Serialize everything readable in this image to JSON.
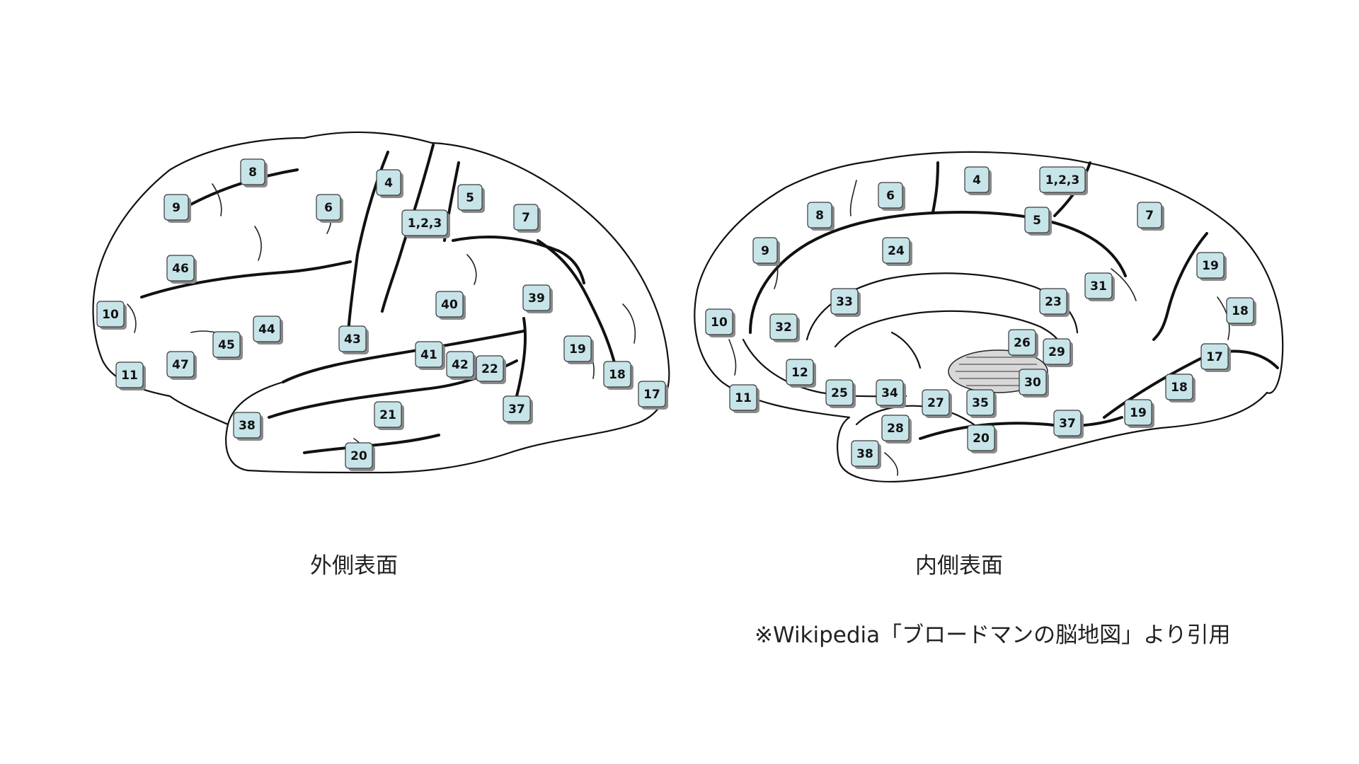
{
  "diagram": {
    "lateral_view": {
      "caption": "外側表面",
      "areas": [
        "8",
        "4",
        "9",
        "6",
        "5",
        "1,2,3",
        "7",
        "46",
        "40",
        "39",
        "10",
        "44",
        "43",
        "45",
        "41",
        "42",
        "22",
        "19",
        "47",
        "11",
        "18",
        "17",
        "38",
        "21",
        "37",
        "20"
      ]
    },
    "medial_view": {
      "caption": "内側表面",
      "areas": [
        "4",
        "1,2,3",
        "6",
        "8",
        "5",
        "7",
        "9",
        "24",
        "19",
        "31",
        "33",
        "23",
        "18",
        "10",
        "32",
        "26",
        "29",
        "17",
        "12",
        "30",
        "25",
        "34",
        "11",
        "27",
        "35",
        "18",
        "19",
        "28",
        "37",
        "20",
        "38"
      ]
    },
    "source_note": "※Wikipedia「ブロードマンの脳地図」より引用"
  },
  "colors": {
    "label_fill": "#c7e4e9",
    "outline": "#111111",
    "background": "#ffffff"
  }
}
